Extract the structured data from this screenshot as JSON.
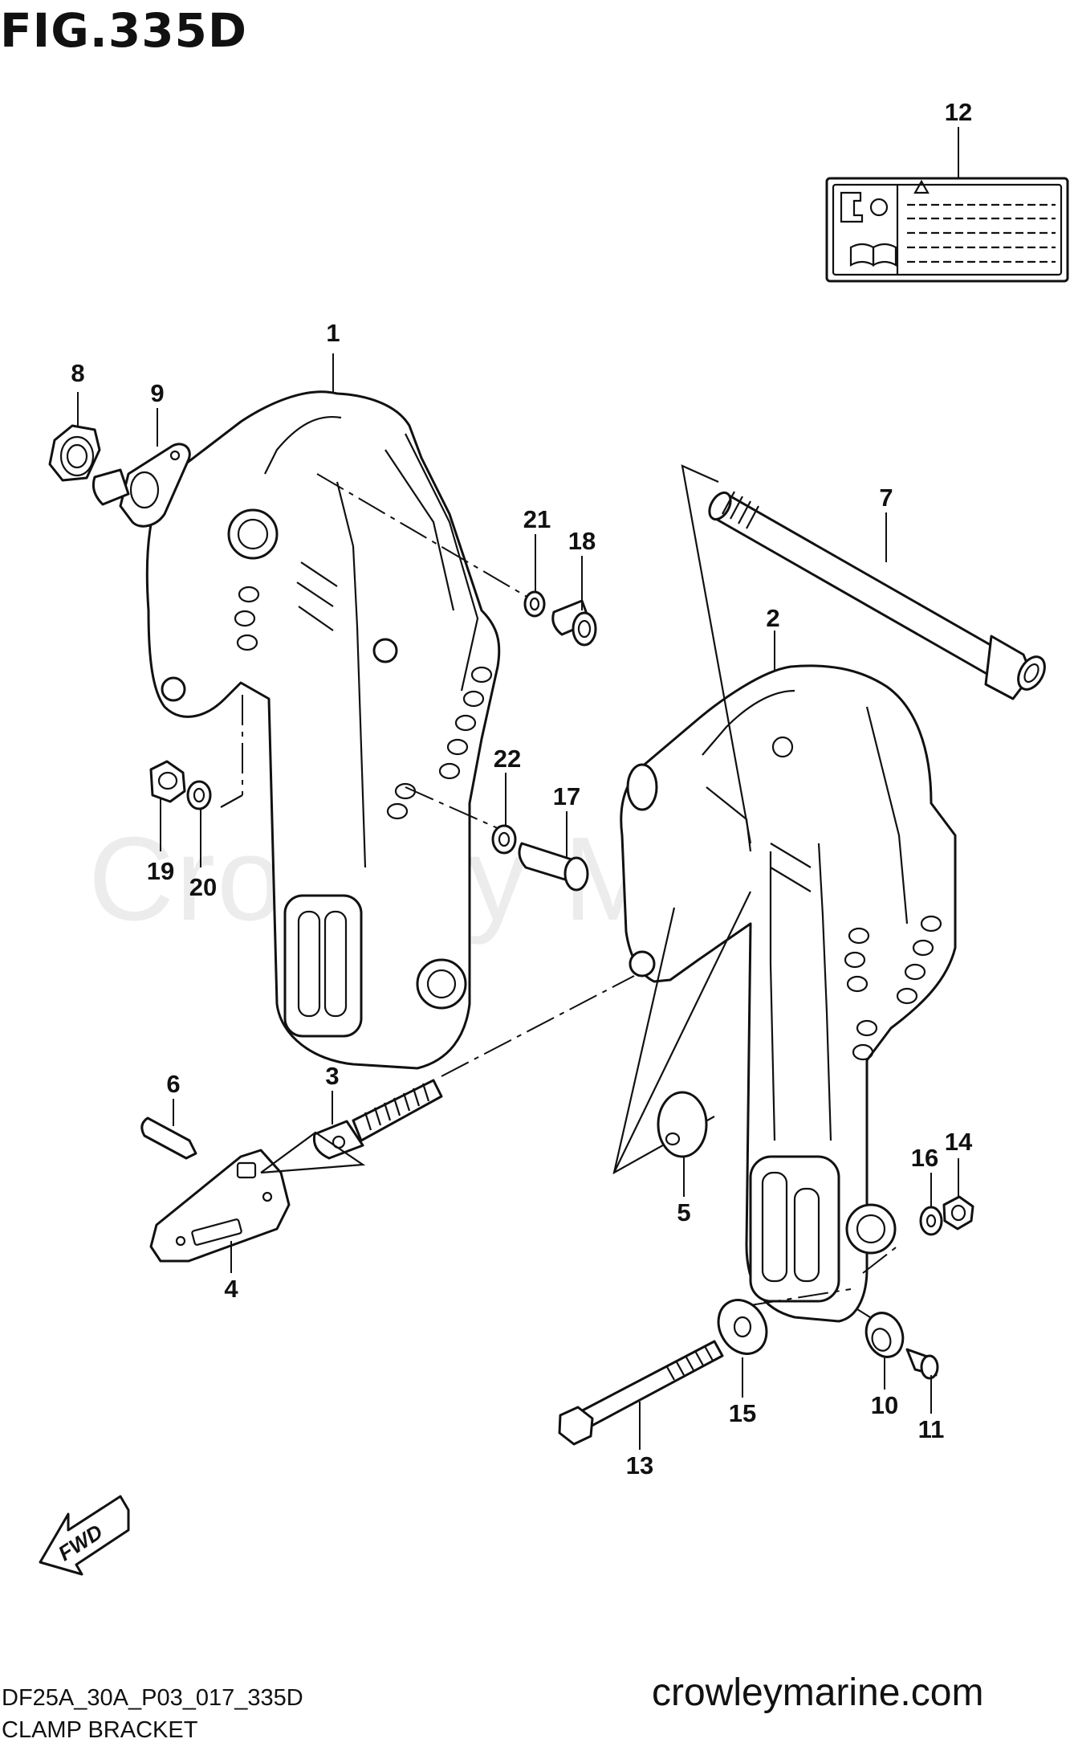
{
  "figure": {
    "title": "FIG.335D",
    "code": "DF25A_30A_P03_017_335D",
    "name": "CLAMP BRACKET",
    "website": "crowleymarine.com",
    "watermark": "Crowley Marine"
  },
  "direction_marker": {
    "label": "FWD",
    "icon": "fwd-arrow-icon"
  },
  "callouts": [
    "1",
    "2",
    "3",
    "4",
    "5",
    "6",
    "7",
    "8",
    "9",
    "10",
    "11",
    "12",
    "13",
    "14",
    "15",
    "16",
    "17",
    "18",
    "19",
    "20",
    "21",
    "22"
  ]
}
